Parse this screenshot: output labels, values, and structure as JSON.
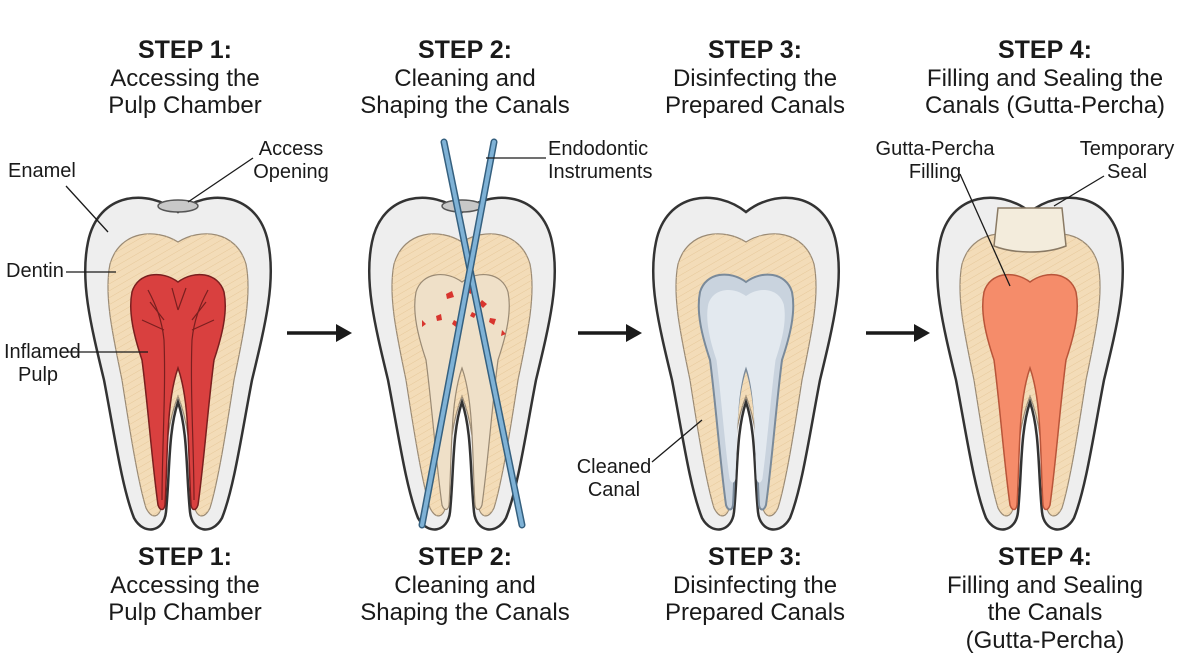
{
  "steps": [
    {
      "number": "STEP 1:",
      "title_lines": [
        "Accessing the",
        "Pulp Chamber"
      ],
      "bottom_title_lines": [
        "Accessing the",
        "Pulp Chamber"
      ]
    },
    {
      "number": "STEP 2:",
      "title_lines": [
        "Cleaning and",
        "Shaping the Canals"
      ],
      "bottom_title_lines": [
        "Cleaning and",
        "Shaping the Canals"
      ]
    },
    {
      "number": "STEP 3:",
      "title_lines": [
        "Disinfecting the",
        "Prepared Canals"
      ],
      "bottom_title_lines": [
        "Disinfecting the",
        "Prepared Canals"
      ]
    },
    {
      "number": "STEP 4:",
      "title_lines": [
        "Filling and Sealing the",
        "Canals (Gutta-Percha)"
      ],
      "bottom_title_lines": [
        "Filling and Sealing",
        "the Canals",
        "(Gutta-Percha)"
      ]
    }
  ],
  "labels": {
    "enamel": "Enamel",
    "access_opening": [
      "Access",
      "Opening"
    ],
    "dentin": "Dentin",
    "inflamed_pulp": [
      "Inflamed",
      "Pulp"
    ],
    "endodontic_instruments": [
      "Endodontic",
      "Instruments"
    ],
    "cleaned_canal": [
      "Cleaned",
      "Canal"
    ],
    "gutta_percha_filling": [
      "Gutta-Percha",
      "Filling"
    ],
    "temporary_seal": [
      "Temporary",
      "Seal"
    ]
  },
  "colors": {
    "enamel": "#eeeeee",
    "dentin": "#f3dcb8",
    "inflamed_pulp": "#d9403f",
    "cleaned_canal": "#c9d3de",
    "gutta_percha": "#f58c6a",
    "instrument": "#7fb2d6",
    "debris": "#d8352e",
    "temporary_seal": "#f3ecdc"
  }
}
